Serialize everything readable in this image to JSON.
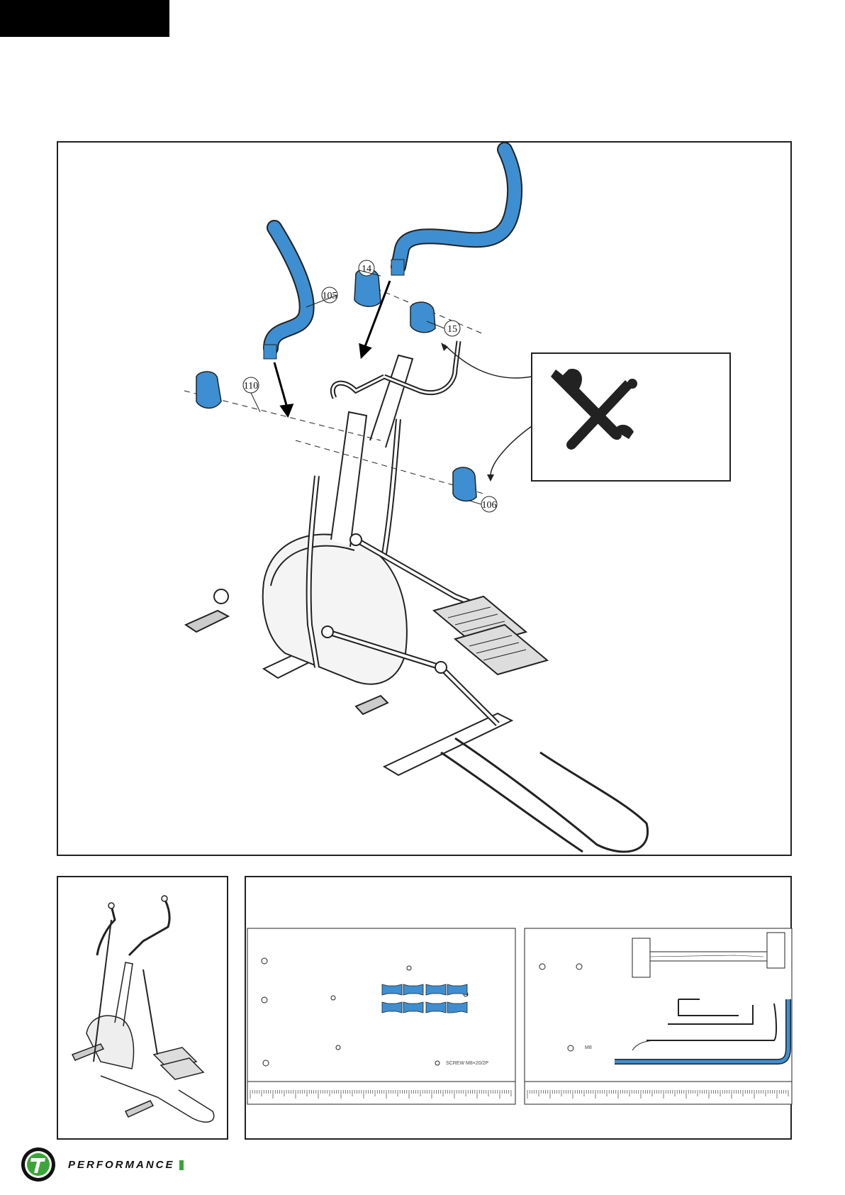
{
  "colors": {
    "part_highlight": "#3d8fd1",
    "brand_green": "#3aa637",
    "line": "#222222"
  },
  "callouts": {
    "c14": "14",
    "c15": "15",
    "c105": "105",
    "c106": "106",
    "c110": "110"
  },
  "icons": {
    "tools": "wrench-screwdriver-icon",
    "logo": "t-circle-logo-icon"
  },
  "hardware": {
    "left_label": "SCREW M8×20/2P",
    "right_label": "M8"
  },
  "brand": {
    "name": "PERFORMANCE"
  }
}
